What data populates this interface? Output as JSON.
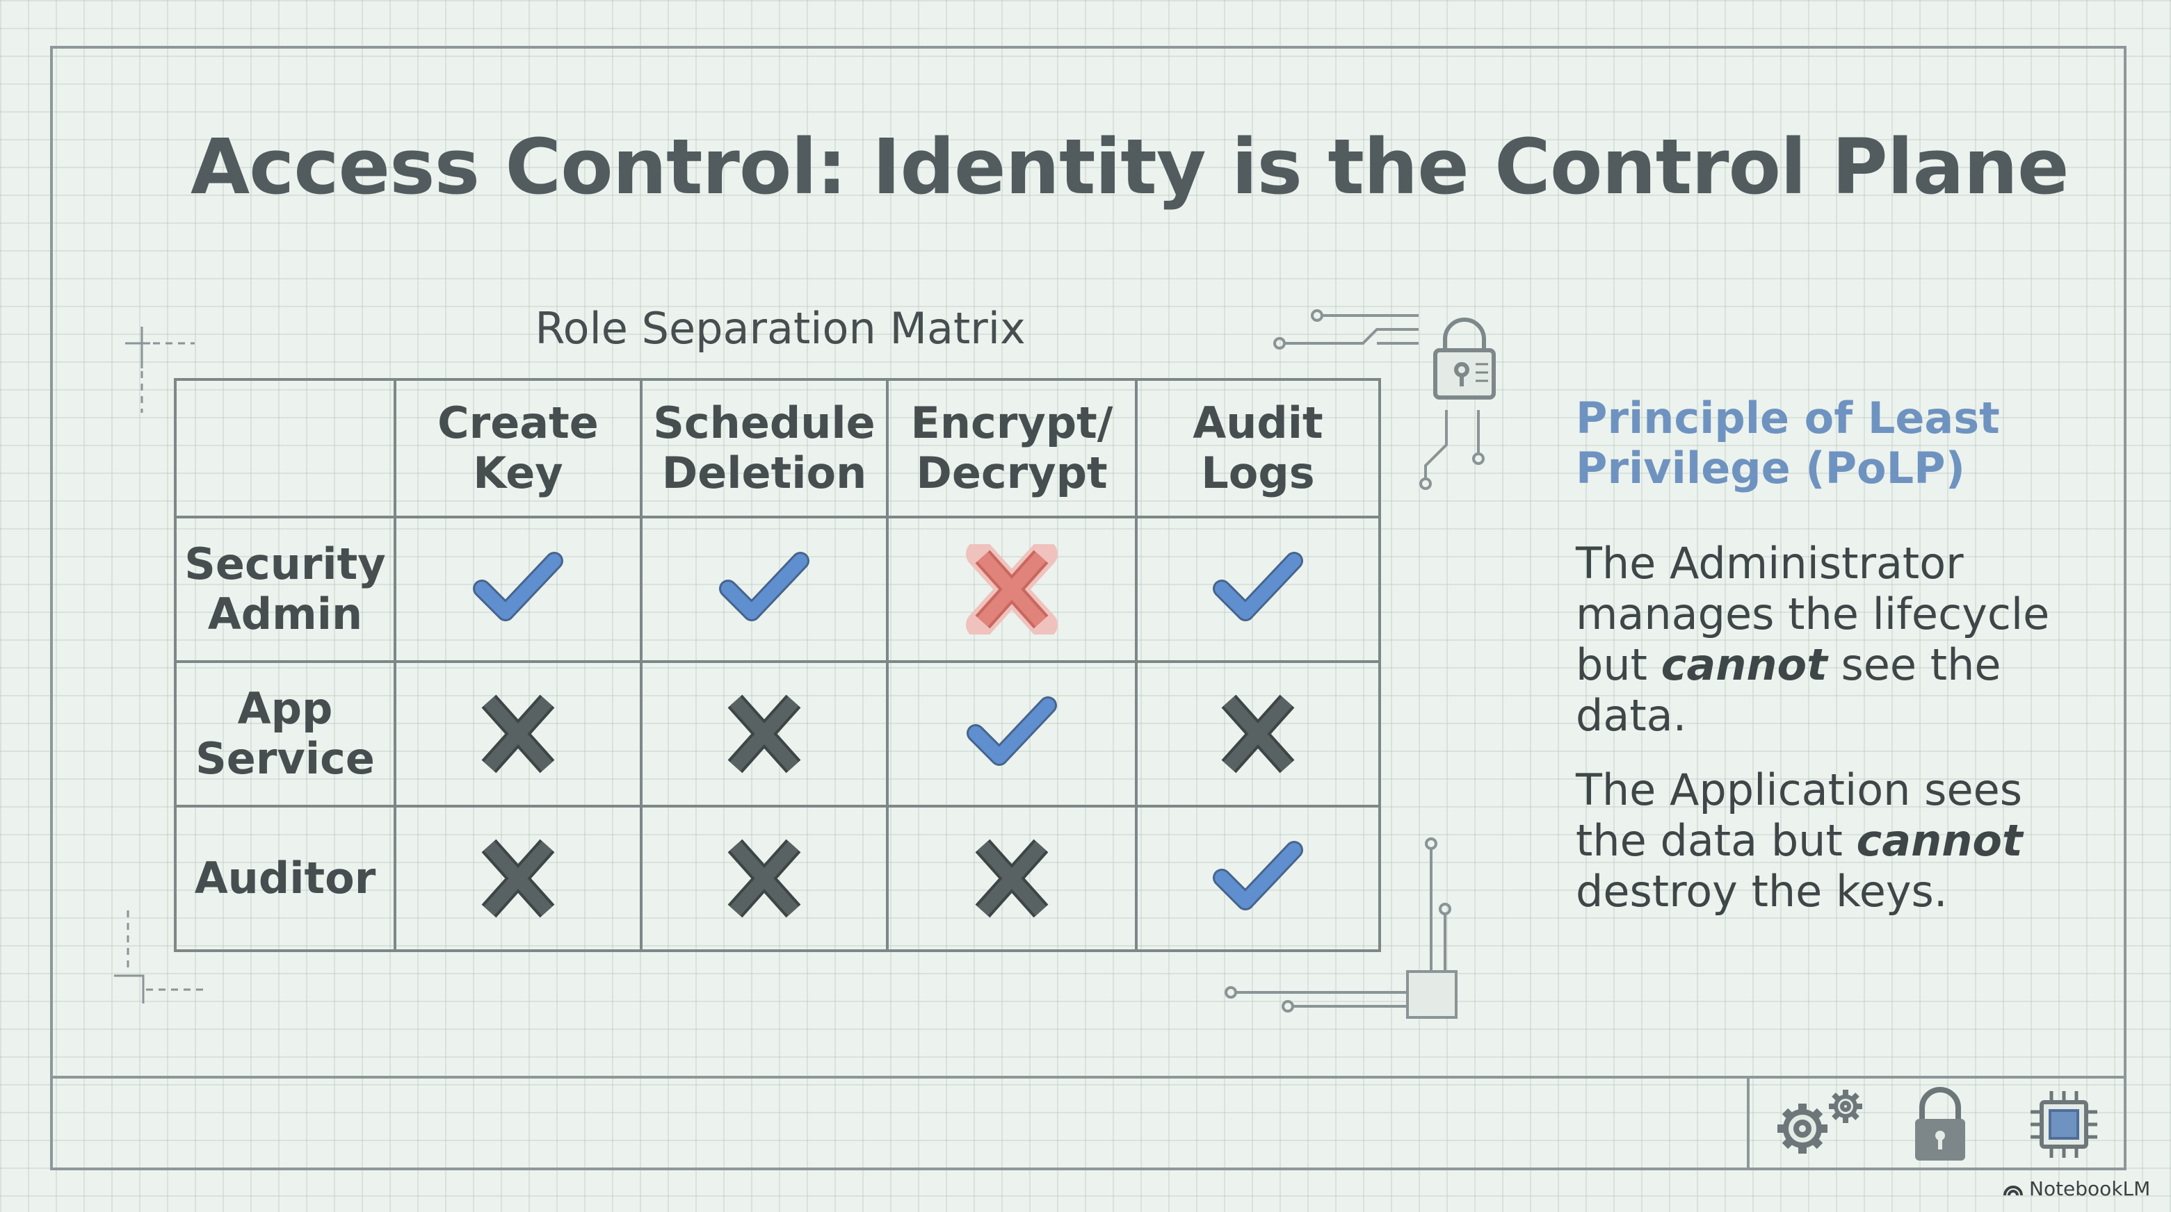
{
  "slide": {
    "title": "Access Control: Identity is the Control Plane",
    "matrix": {
      "title": "Role Separation Matrix",
      "columns": [
        {
          "line1": "Create",
          "line2": "Key"
        },
        {
          "line1": "Schedule",
          "line2": "Deletion"
        },
        {
          "line1": "Encrypt/",
          "line2": "Decrypt"
        },
        {
          "line1": "Audit",
          "line2": "Logs"
        }
      ],
      "rows": [
        {
          "line1": "Security",
          "line2": "Admin",
          "cells": [
            "check",
            "check",
            "highlight-cross",
            "check"
          ]
        },
        {
          "line1": "App",
          "line2": "Service",
          "cells": [
            "cross",
            "cross",
            "check",
            "cross"
          ]
        },
        {
          "line1": "Auditor",
          "line2": "",
          "cells": [
            "cross",
            "cross",
            "cross",
            "check"
          ]
        }
      ]
    },
    "principle": {
      "title_line1": "Principle of Least",
      "title_line2": "Privilege (PoLP)",
      "p1_before": "The Administrator manages the lifecycle but ",
      "p1_emphasis": "cannot",
      "p1_after": " see the data.",
      "p2_before": "The Application sees the data but ",
      "p2_emphasis": "cannot",
      "p2_after": " destroy the keys."
    },
    "footer_icons": [
      "gears-icon",
      "padlock-icon",
      "chip-icon"
    ],
    "watermark": "NotebookLM",
    "colors": {
      "check": "#5f8fcf",
      "cross": "#596263",
      "highlight_cross": "#e0837a",
      "accent_title": "#6f93c0"
    }
  }
}
